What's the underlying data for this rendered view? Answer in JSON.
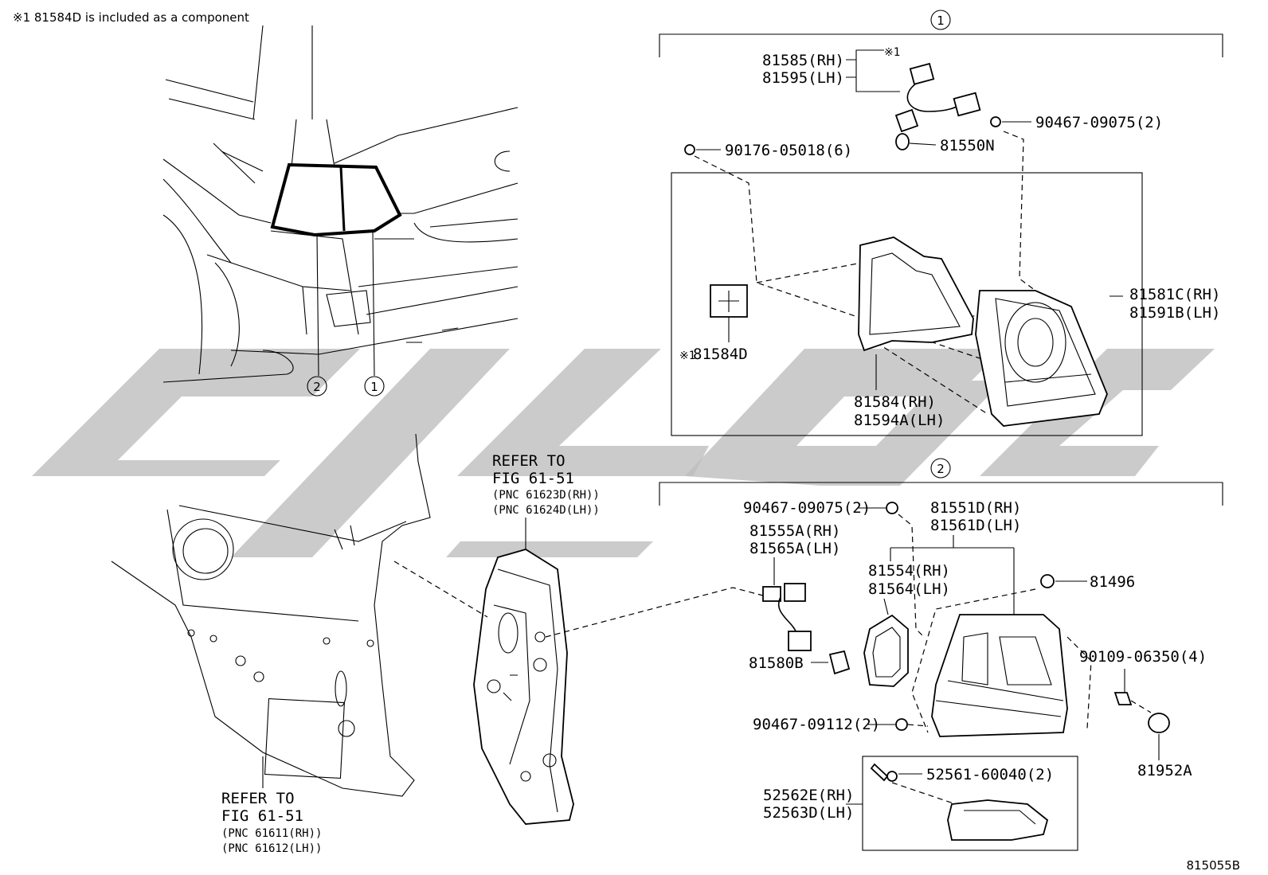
{
  "note": "※1 81584D is included as a component",
  "figure_code": "815055B",
  "markers": {
    "one": "1",
    "two": "2"
  },
  "labels": {
    "p81585": "81585(RH)",
    "p81595": "81595(LH)",
    "note_ref": "※1",
    "p81550N": "81550N",
    "p90467_09075_top": "90467-09075(2)",
    "p90176": "90176-05018(6)",
    "p81581C": "81581C(RH)",
    "p81591B": "81591B(LH)",
    "p81584D_mark": "※1",
    "p81584D": "81584D",
    "p81584": "81584(RH)",
    "p81594A": "81594A(LH)",
    "p90467_09075_mid": "90467-09075(2)",
    "p81551D": "81551D(RH)",
    "p81561D": "81561D(LH)",
    "p81555A": "81555A(RH)",
    "p81565A": "81565A(LH)",
    "p81554": "81554(RH)",
    "p81564": "81564(LH)",
    "p81496": "81496",
    "p90109": "90109-06350(4)",
    "p81580B": "81580B",
    "p90467_09112": "90467-09112(2)",
    "p81952A": "81952A",
    "p52561": "52561-60040(2)",
    "p52562E": "52562E(RH)",
    "p52563D": "52563D(LH)"
  },
  "refer_upper": {
    "line1": "REFER TO",
    "line2": "FIG 61-51",
    "line3": "(PNC 61623D(RH))",
    "line4": "(PNC 61624D(LH))"
  },
  "refer_lower": {
    "line1": "REFER TO",
    "line2": "FIG 61-51",
    "line3": "(PNC 61611(RH))",
    "line4": "(PNC 61612(LH))"
  }
}
